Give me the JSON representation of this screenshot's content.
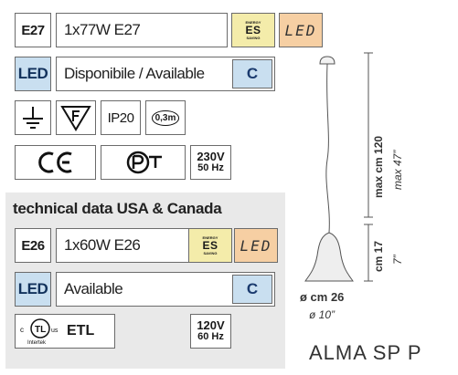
{
  "specs_eu": {
    "bulb_code": "E27",
    "bulb_desc": "1x77W E27",
    "energy_label": {
      "top": "ENERGY",
      "mid": "ES",
      "bottom": "SAVING"
    },
    "led_label": "LED",
    "led_code": "LED",
    "availability": "Disponibile / Available",
    "energy_class": "C",
    "ip_rating": "IP20",
    "distance": "0,3m",
    "voltage": "230V",
    "frequency": "50 Hz"
  },
  "specs_usa": {
    "title": "technical data USA & Canada",
    "bulb_code": "E26",
    "bulb_desc": "1x60W E26",
    "energy_label": {
      "top": "ENERGY",
      "mid": "ES",
      "bottom": "SAVING"
    },
    "led_label": "LED",
    "led_code": "LED",
    "availability": "Available",
    "energy_class": "C",
    "etl_label": "ETL",
    "etl_c": "c",
    "etl_us": "us",
    "etl_intertek": "Intertek",
    "voltage": "120V",
    "frequency": "60 Hz"
  },
  "dimensions": {
    "height_metric": "max cm 120",
    "height_imperial": "max 47”",
    "shade_metric": "cm 17",
    "shade_imperial": "7”",
    "diameter_metric": "ø cm 26",
    "diameter_imperial": "ø 10”"
  },
  "product_name": "ALMA SP P",
  "colors": {
    "led_blue": "#c9dff0",
    "es_yellow": "#f4ecaa",
    "led_orange": "#f6cfa3",
    "panel_grey": "#e9e9e9"
  }
}
